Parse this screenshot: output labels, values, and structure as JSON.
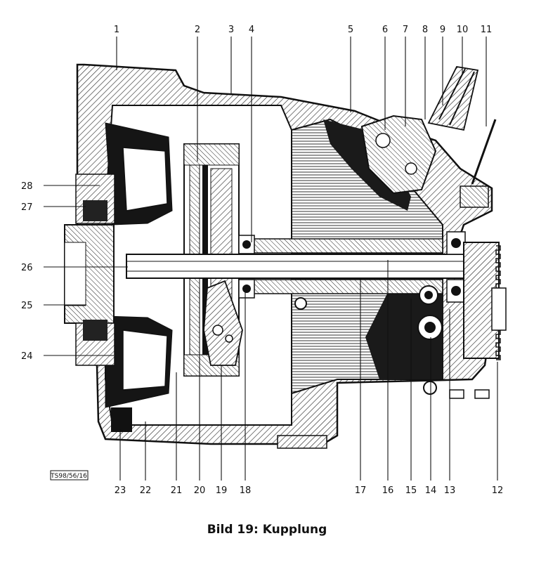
{
  "labels": {
    "top": [
      "1",
      "2",
      "3",
      "4",
      "5",
      "6",
      "7",
      "8",
      "9",
      "10",
      "11"
    ],
    "left": [
      "28",
      "27",
      "26",
      "25",
      "24"
    ],
    "bottom": [
      "23",
      "22",
      "21",
      "20",
      "19",
      "18",
      "17",
      "16",
      "15",
      "14",
      "13",
      "12"
    ]
  },
  "drawing_ref": "TS98/56/16",
  "caption": "Bild 19:  Kupplung"
}
